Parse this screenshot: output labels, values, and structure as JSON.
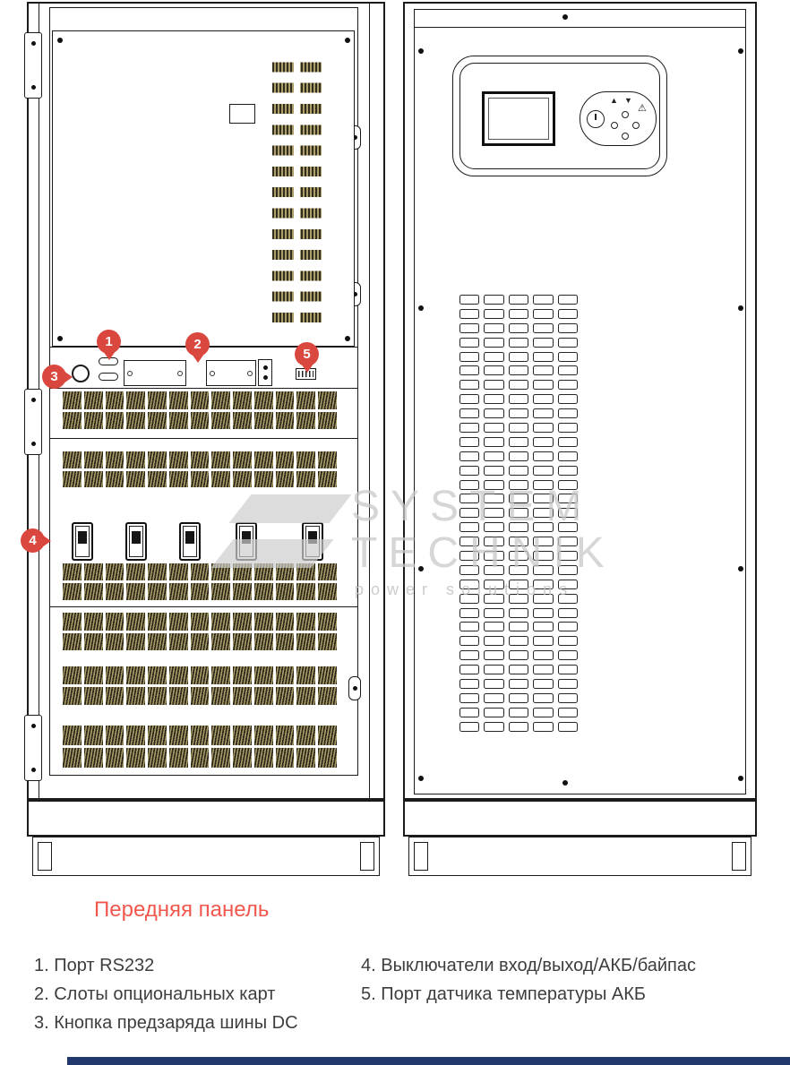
{
  "caption": {
    "title": "Передняя панель"
  },
  "legend": {
    "col1": [
      {
        "label": "1. Порт RS232"
      },
      {
        "label": "2. Слоты опциональных карт"
      },
      {
        "label": "3. Кнопка предзаряда шины DC"
      }
    ],
    "col2": [
      {
        "label": "4. Выключатели вход/выход/АКБ/байпас"
      },
      {
        "label": "5. Порт датчика температуры АКБ"
      }
    ]
  },
  "markers": [
    {
      "num": "1"
    },
    {
      "num": "2"
    },
    {
      "num": "3"
    },
    {
      "num": "4"
    },
    {
      "num": "5"
    }
  ],
  "watermark": {
    "line1": "SYSTEM",
    "line2": "TECHNIK",
    "tagline": "power solutions"
  },
  "icons": {
    "up_arrow": "▲",
    "down_arrow": "▼",
    "alarm": "⚠"
  },
  "colors": {
    "line": "#1b1b1b",
    "marker_red": "#d9473e",
    "title_red": "#f2574d",
    "footer_navy": "#20386b"
  }
}
